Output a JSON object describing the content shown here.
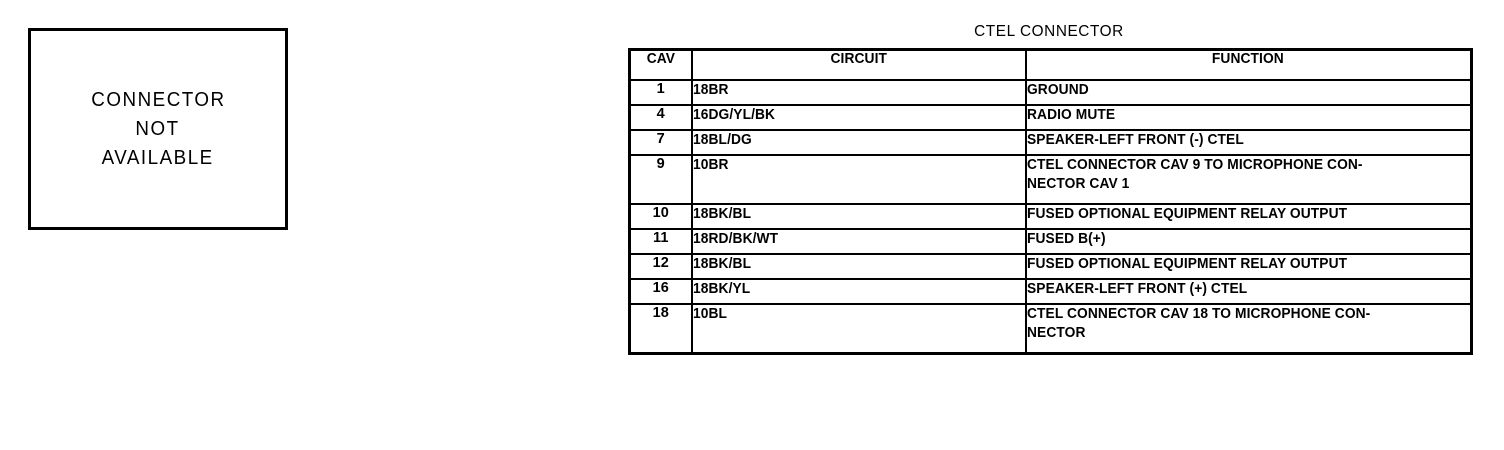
{
  "connector_box": {
    "lines": [
      "CONNECTOR",
      "NOT",
      "AVAILABLE"
    ]
  },
  "table": {
    "title": "CTEL CONNECTOR",
    "headers": {
      "cav": "CAV",
      "circuit": "CIRCUIT",
      "function": "FUNCTION"
    },
    "rows": [
      {
        "cav": "1",
        "circuit": "18BR",
        "function": "GROUND"
      },
      {
        "cav": "4",
        "circuit": "16DG/YL/BK",
        "function": "RADIO MUTE"
      },
      {
        "cav": "7",
        "circuit": "18BL/DG",
        "function": "SPEAKER-LEFT FRONT (-) CTEL"
      },
      {
        "cav": "9",
        "circuit": "10BR",
        "function": "CTEL CONNECTOR CAV 9 TO MICROPHONE CON-\nNECTOR CAV 1"
      },
      {
        "cav": "10",
        "circuit": "18BK/BL",
        "function": "FUSED OPTIONAL EQUIPMENT RELAY OUTPUT"
      },
      {
        "cav": "11",
        "circuit": "18RD/BK/WT",
        "function": "FUSED B(+)"
      },
      {
        "cav": "12",
        "circuit": "18BK/BL",
        "function": "FUSED OPTIONAL EQUIPMENT RELAY OUTPUT"
      },
      {
        "cav": "16",
        "circuit": "18BK/YL",
        "function": "SPEAKER-LEFT FRONT (+) CTEL"
      },
      {
        "cav": "18",
        "circuit": "10BL",
        "function": "CTEL CONNECTOR CAV 18 TO MICROPHONE CON-\nNECTOR"
      }
    ]
  },
  "colors": {
    "ink": "#000000",
    "paper": "#ffffff"
  }
}
